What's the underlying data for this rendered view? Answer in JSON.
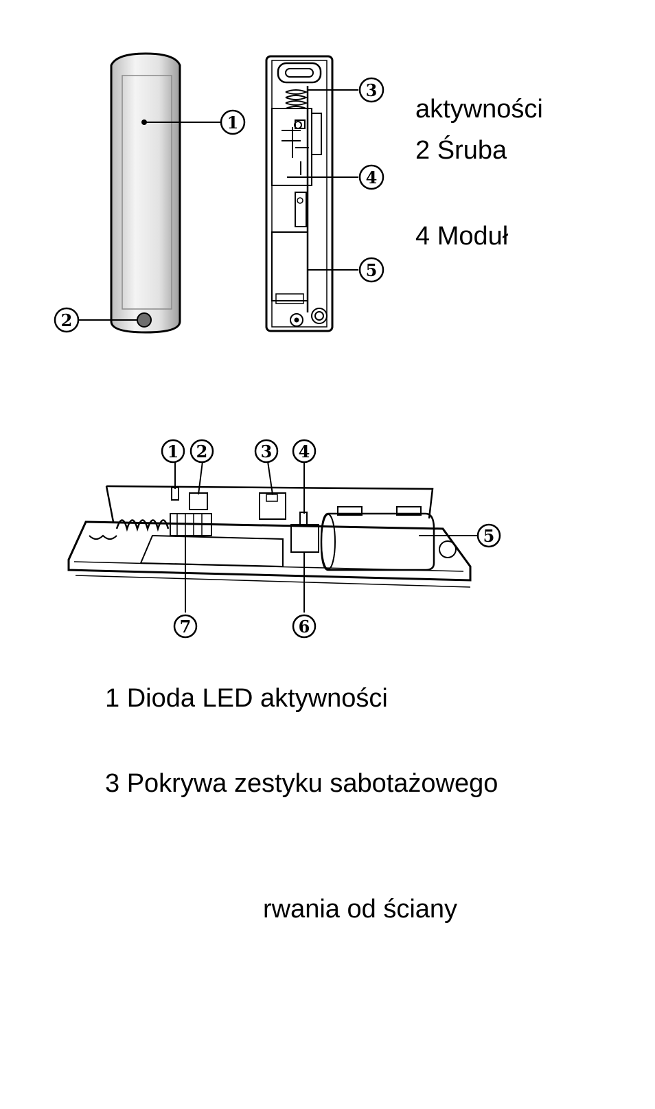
{
  "top_diagram": {
    "callouts": [
      "1",
      "2",
      "3",
      "4",
      "5"
    ]
  },
  "top_labels": {
    "led": "aktywności",
    "screw": "2 Śruba",
    "module": "4 Moduł"
  },
  "bottom_diagram": {
    "callouts": [
      "1",
      "2",
      "3",
      "4",
      "5",
      "6",
      "7"
    ]
  },
  "bottom_labels": {
    "led": "1 Dioda LED aktywności",
    "tamper_cover": "3 Pokrywa zestyku sabotażowego",
    "wall": "rwania od ściany"
  },
  "colors": {
    "ink": "#000000",
    "paper": "#ffffff",
    "cover_shade": "#cfcfcf"
  }
}
